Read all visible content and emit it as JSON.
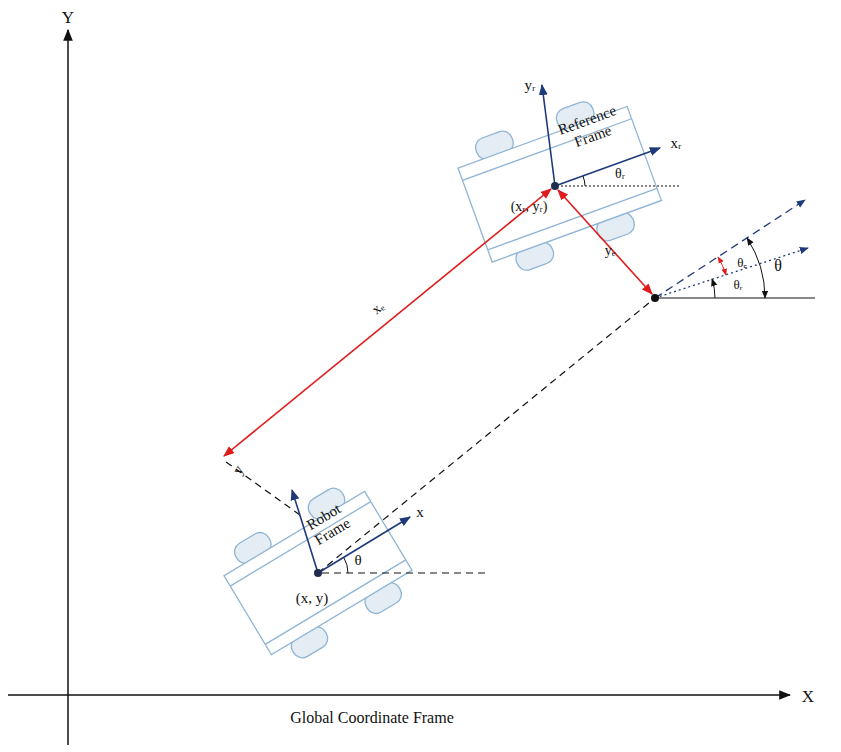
{
  "diagram": {
    "labels": [
      "Y",
      "X",
      "Global Coordinate Frame",
      "Reference Frame",
      "xᵣ",
      "yᵣ",
      "θᵣ",
      "(xᵣ, yᵣ)",
      "yₑ",
      "θₑ",
      "θᵣ",
      "θ",
      "xₑ",
      "Robot Frame",
      "x",
      "y",
      "θ",
      "(x, y)"
    ]
  }
}
